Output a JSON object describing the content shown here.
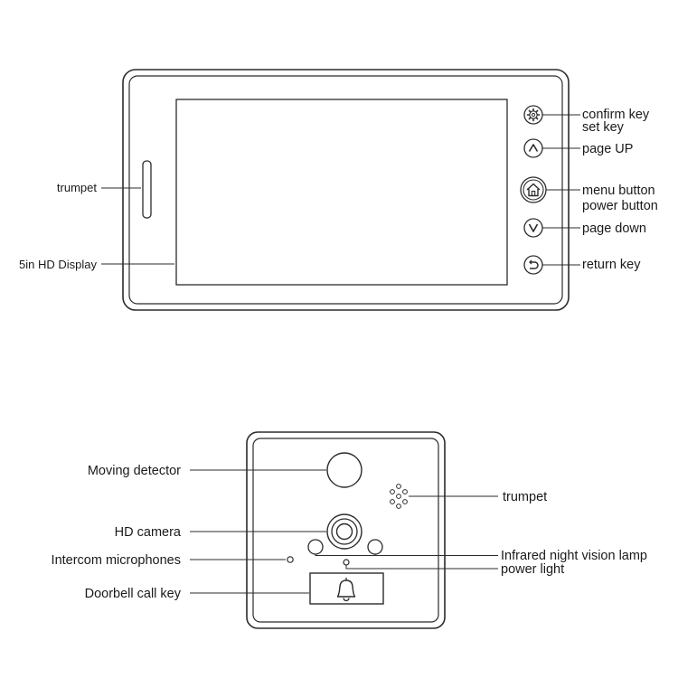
{
  "monitor": {
    "left_labels": {
      "trumpet": "trumpet",
      "display": "5in HD Display"
    },
    "right_labels": {
      "confirm_key": "confirm key",
      "set_key": "set key",
      "page_up": "page UP",
      "menu_button": "menu button",
      "power_button": "power button",
      "page_down": "page down",
      "return_key": "return key"
    }
  },
  "doorbell": {
    "left_labels": {
      "moving_detector": "Moving detector",
      "hd_camera": "HD camera",
      "intercom_microphones": "Intercom microphones",
      "doorbell_call_key": "Doorbell call key"
    },
    "right_labels": {
      "trumpet": "trumpet",
      "infrared_lamp": "Infrared night vision lamp",
      "power_light": "power light"
    }
  },
  "icons": {
    "confirm": "gear-icon",
    "page_up": "chevron-up-icon",
    "menu": "home-icon",
    "page_down": "chevron-down-icon",
    "return": "return-arrow-icon",
    "call": "bell-icon"
  }
}
